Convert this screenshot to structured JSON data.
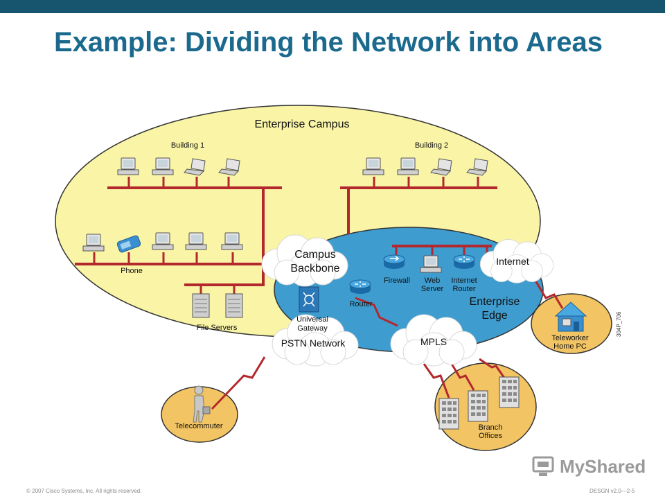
{
  "title": "Example: Dividing the Network into Areas",
  "diagram": {
    "enterprise_campus": "Enterprise Campus",
    "building1": "Building 1",
    "building2": "Building 2",
    "phone": "Phone",
    "file_servers": "File Servers",
    "campus_backbone": [
      "Campus",
      "Backbone"
    ],
    "universal_gateway": [
      "Universal",
      "Gateway"
    ],
    "pstn_network": "PSTN Network",
    "router": "Router",
    "firewall": "Firewall",
    "web_server": [
      "Web",
      "Server"
    ],
    "internet_router": [
      "Internet",
      "Router"
    ],
    "internet": "Internet",
    "enterprise_edge": [
      "Enterprise",
      "Edge"
    ],
    "mpls": "MPLS",
    "teleworker": [
      "Teleworker",
      "Home PC"
    ],
    "telecommuter": "Telecommuter",
    "branch_offices": [
      "Branch",
      "Offices"
    ],
    "figure_id": "304P_706"
  },
  "footer": {
    "copyright": "© 2007 Cisco Systems, Inc. All rights reserved.",
    "course": "DESGN v2.0—2-5"
  },
  "watermark": "MyShared",
  "colors": {
    "campus_fill": "#f9f4a6",
    "edge_fill": "#3e9ccf",
    "remote_fill": "#f2c464",
    "link_red": "#b3282d",
    "title_blue": "#1b6a8e",
    "top_bar": "#17546e"
  }
}
